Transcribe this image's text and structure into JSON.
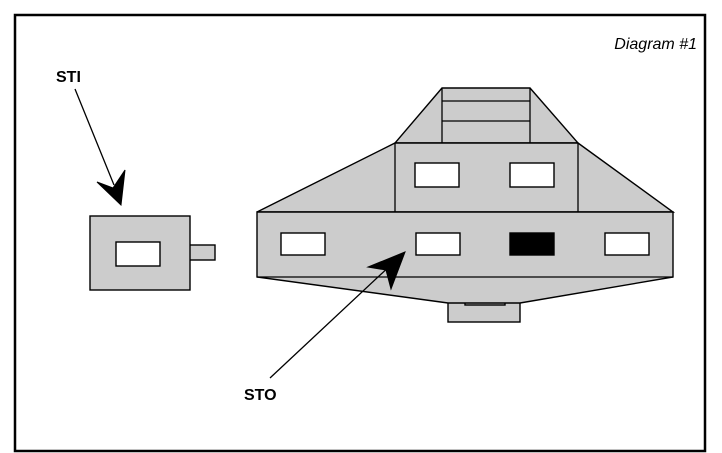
{
  "diagram": {
    "title": "Diagram #1",
    "labels": {
      "sti": "STI",
      "sto": "STO"
    },
    "colors": {
      "fill": "#cccccc",
      "slot_empty": "#ffffff",
      "slot_filled": "#000000",
      "outline": "#000000"
    }
  }
}
